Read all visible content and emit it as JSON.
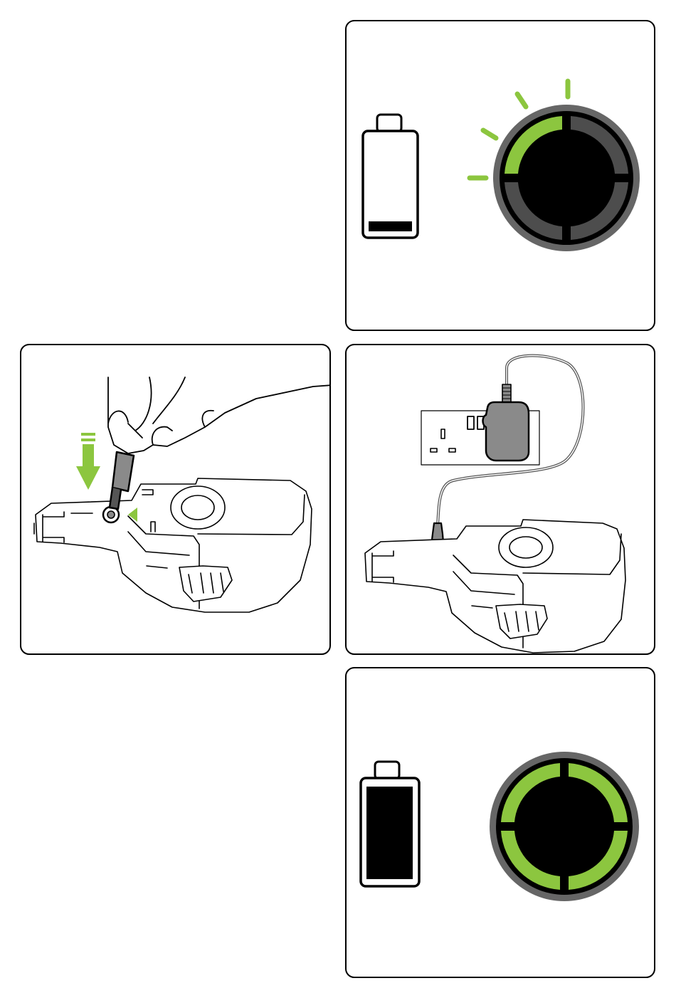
{
  "colors": {
    "accent": "#8cc63f",
    "ring_gray": "#666666",
    "segment_gray": "#4d4d4d",
    "plug_gray": "#8a8a8a",
    "outline": "#000000"
  },
  "panels": {
    "low_battery": {
      "battery_level": 0.15,
      "ring_lit_segments": 1,
      "ring_total_segments": 4,
      "indicator": "flashing"
    },
    "insert_connector": {
      "arrow_icon": "down-arrow-icon",
      "pointer_icon": "triangle-pointer-icon"
    },
    "charging": {
      "icons": [
        "wall-socket-icon",
        "charger-plug-icon",
        "cable-icon"
      ]
    },
    "full_battery": {
      "battery_level": 1.0,
      "ring_lit_segments": 4,
      "ring_total_segments": 4,
      "indicator": "solid"
    }
  }
}
